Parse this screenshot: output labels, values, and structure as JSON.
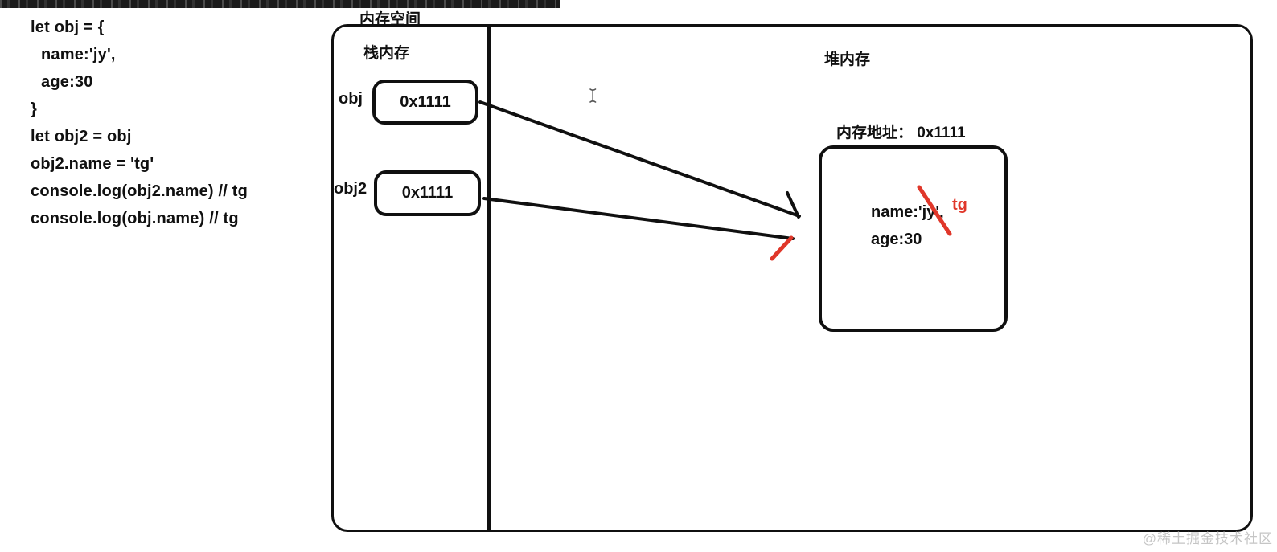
{
  "code": {
    "lines": [
      "let obj = {",
      "name:'jy',",
      "age:30",
      "}",
      "let obj2 = obj",
      "obj2.name = 'tg'",
      "console.log(obj2.name) // tg",
      "console.log(obj.name) // tg"
    ]
  },
  "diagram": {
    "title": "内存空间",
    "stack": {
      "label": "栈内存",
      "vars": [
        {
          "name": "obj",
          "value": "0x1111"
        },
        {
          "name": "obj2",
          "value": "0x1111"
        }
      ]
    },
    "heap": {
      "label": "堆内存",
      "address_label": "内存地址： 0x1111",
      "object": {
        "name_line": "name:'jy',",
        "new_value": "tg",
        "age_line": "age:30"
      }
    }
  },
  "icons": {
    "text_cursor": "text-cursor-icon"
  },
  "colors": {
    "stroke": "#101010",
    "annotation_red": "#e0372a",
    "watermark_gray": "#c5c5c5",
    "top_bar": "#1b1b1b"
  },
  "page": {
    "watermark": "@稀土掘金技术社区"
  }
}
